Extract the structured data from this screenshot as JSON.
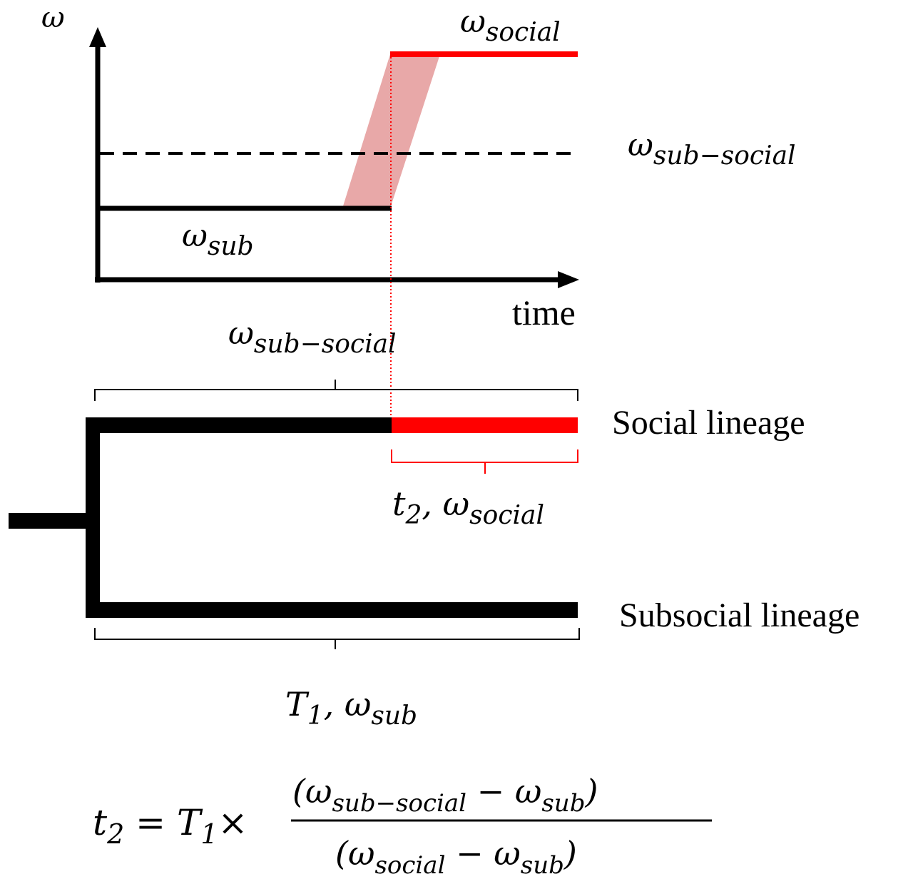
{
  "colors": {
    "ink": "#000000",
    "red": "#ff0000",
    "shade": "#e8a8a8"
  },
  "plot": {
    "y_axis_label": "ω",
    "x_axis_label": "time",
    "omega_social": {
      "base": "ω",
      "sub": "social"
    },
    "omega_sub_social": {
      "base": "ω",
      "sub": "sub−social"
    },
    "omega_sub": {
      "base": "ω",
      "sub": "sub"
    }
  },
  "tree": {
    "top_bracket": {
      "base": "ω",
      "sub": "sub−social"
    },
    "social_lineage": "Social lineage",
    "subsocial_lineage": "Subsocial lineage",
    "red_bracket": {
      "t": "t",
      "t_sub": "2",
      "sep": ", ",
      "base": "ω",
      "sub": "social"
    },
    "bottom_bracket": {
      "t": "T",
      "t_sub": "1",
      "sep": ", ",
      "base": "ω",
      "sub": "sub"
    }
  },
  "formula": {
    "lhs": "t",
    "lhs_sub": "2",
    "eq": " = ",
    "T": "T",
    "T_sub": "1",
    "times": "×",
    "num_open": "(ω",
    "num_sub1": "sub−social",
    "num_minus": " − ω",
    "num_sub2": "sub",
    "num_close": ")",
    "den_open": "(ω",
    "den_sub1": "social",
    "den_minus": " − ω",
    "den_sub2": "sub",
    "den_close": ")"
  }
}
